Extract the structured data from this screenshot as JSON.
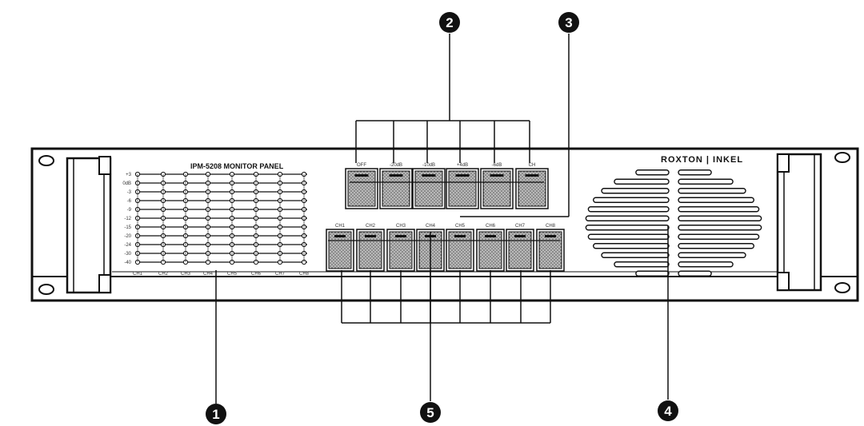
{
  "panel": {
    "title": "IPM-5208  MONITOR PANEL",
    "brand": "ROXTON | INKEL"
  },
  "meter": {
    "scale_labels": [
      "+3",
      "0dB",
      "-3",
      "-6",
      "-9",
      "-12",
      "-15",
      "-20",
      "-24",
      "-30",
      "-40"
    ],
    "channel_labels": [
      "CH1",
      "CH2",
      "CH3",
      "CH4",
      "CH5",
      "CH6",
      "CH7",
      "CH8"
    ]
  },
  "top_buttons": {
    "labels": [
      "OFF",
      "-20dB",
      "-10dB",
      "+4dB",
      "-6dB",
      "CH"
    ]
  },
  "channel_buttons": {
    "labels": [
      "CH1",
      "CH2",
      "CH3",
      "CH4",
      "CH5",
      "CH6",
      "CH7",
      "CH8"
    ]
  },
  "callouts": [
    "1",
    "2",
    "3",
    "4",
    "5"
  ],
  "colors": {
    "ink": "#111111",
    "button_fill": "#8c8c8c",
    "background": "#ffffff"
  }
}
